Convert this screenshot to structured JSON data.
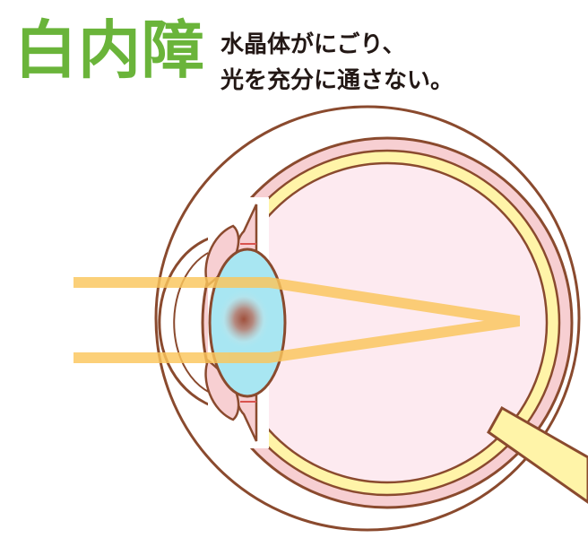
{
  "title": "白内障",
  "description": {
    "line1": "水晶体がにごり、",
    "line2": "光を充分に通さない。"
  },
  "colors": {
    "title": "#6ab43a",
    "outline": "#8a4a2e",
    "sclera": "#f7cfd2",
    "choroid_yellow": "#fff4a8",
    "vitreous": "#fdeaf0",
    "lens": "#a8e6f2",
    "cataract": "#a0503c",
    "light_beam": "#fbc65c"
  }
}
